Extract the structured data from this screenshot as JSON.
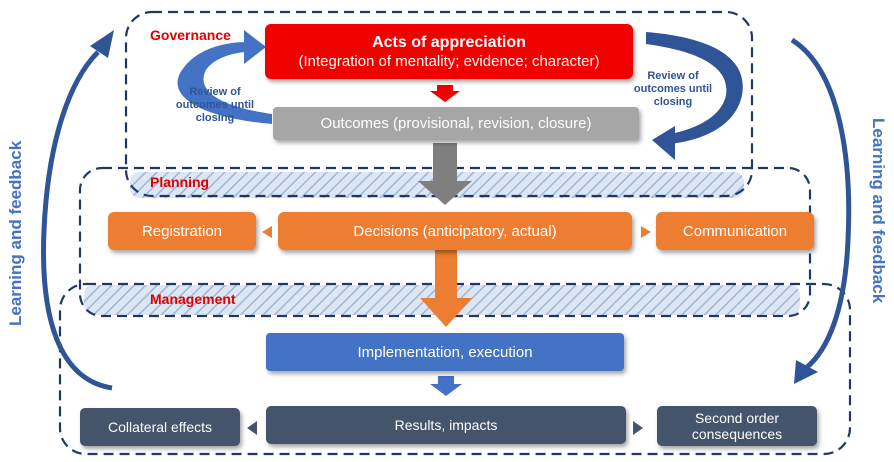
{
  "governance": {
    "label": "Governance",
    "acts_title": "Acts of appreciation",
    "acts_subtitle": "(Integration of mentality; evidence; character)",
    "outcomes": "Outcomes (provisional, revision, closure)",
    "review_left": "Review of outcomes until closing",
    "review_right": "Review of outcomes until closing"
  },
  "planning": {
    "label": "Planning",
    "registration": "Registration",
    "decisions": "Decisions (anticipatory, actual)",
    "communication": "Communication"
  },
  "management": {
    "label": "Management",
    "implementation": "Implementation, execution",
    "collateral": "Collateral effects",
    "results": "Results, impacts",
    "second_order": "Second order consequences"
  },
  "feedback": {
    "left": "Learning and feedback",
    "right": "Learning and feedback"
  },
  "colors": {
    "red": "#f20000",
    "orange": "#ed7d31",
    "blue": "#4472c4",
    "navy": "#44546a",
    "grey": "#a6a6a6",
    "dash": "#1f3864"
  }
}
